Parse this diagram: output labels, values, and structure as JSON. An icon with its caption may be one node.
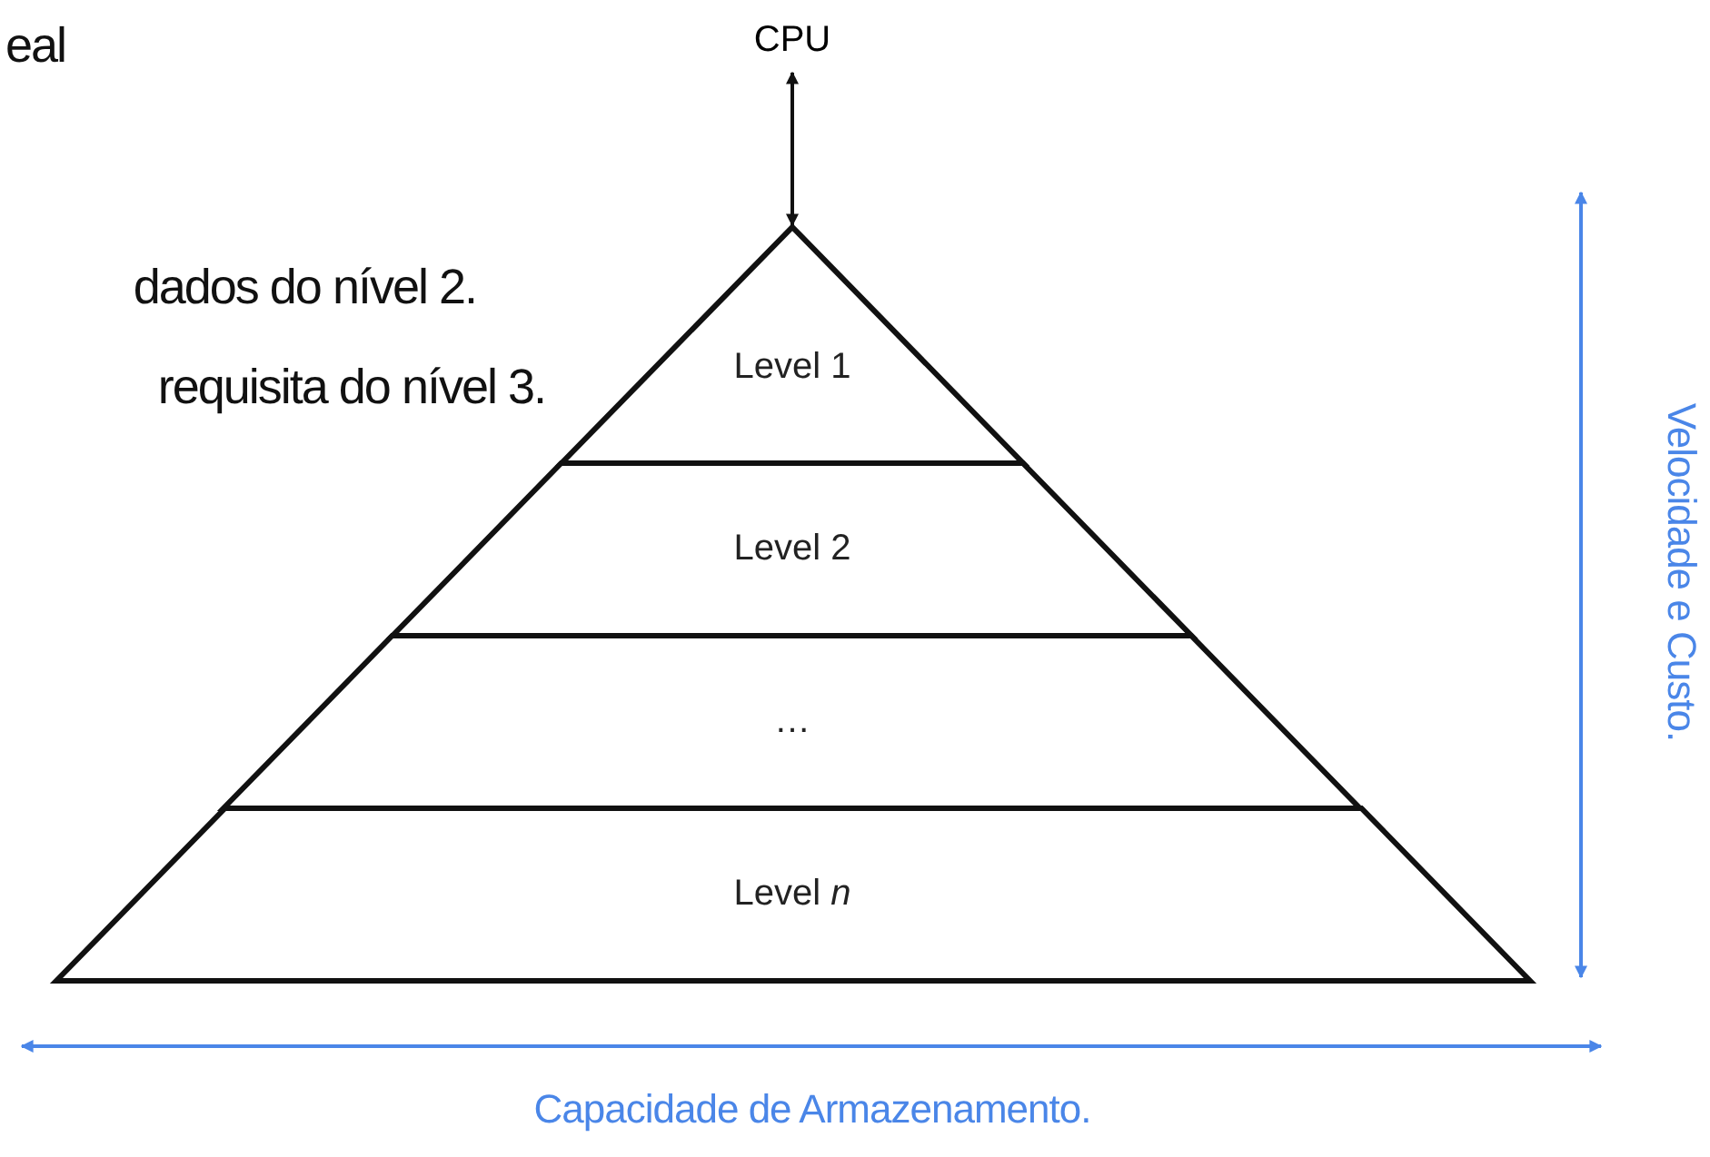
{
  "diagram": {
    "nodes": [
      {
        "text": [
          "CPU"
        ]
      },
      {
        "text": [
          "Level 1"
        ]
      },
      {
        "text": [
          "Level 2"
        ]
      },
      {
        "text": [
          "…"
        ]
      },
      {
        "text": [
          "Level *n*"
        ]
      }
    ],
    "edges": [
      {
        "from": 0,
        "to": 1,
        "arrow": "both"
      }
    ],
    "labels": [
      "eal",
      "dados do nível 2.",
      "requisita do nível 3.",
      "Velocidade e Custo.",
      "Capacidade de Armazenamento."
    ]
  }
}
